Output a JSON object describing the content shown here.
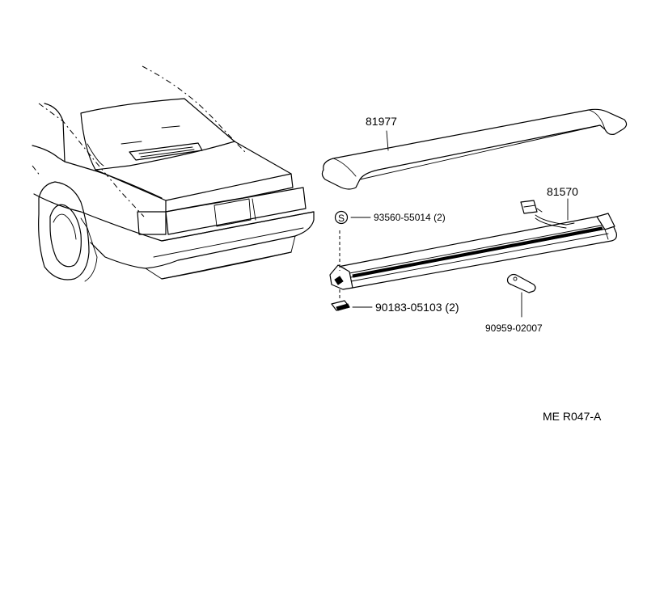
{
  "parts": {
    "spoiler": "81977",
    "stop_lamp": "81570",
    "nut": "93560-55014 (2)",
    "nut_symbol": "S",
    "clip": "90183-05103 (2)",
    "bracket": "90959-02007"
  },
  "figure_code": "ME R047-A",
  "colors": {
    "ink": "#000000",
    "paper": "#ffffff"
  }
}
